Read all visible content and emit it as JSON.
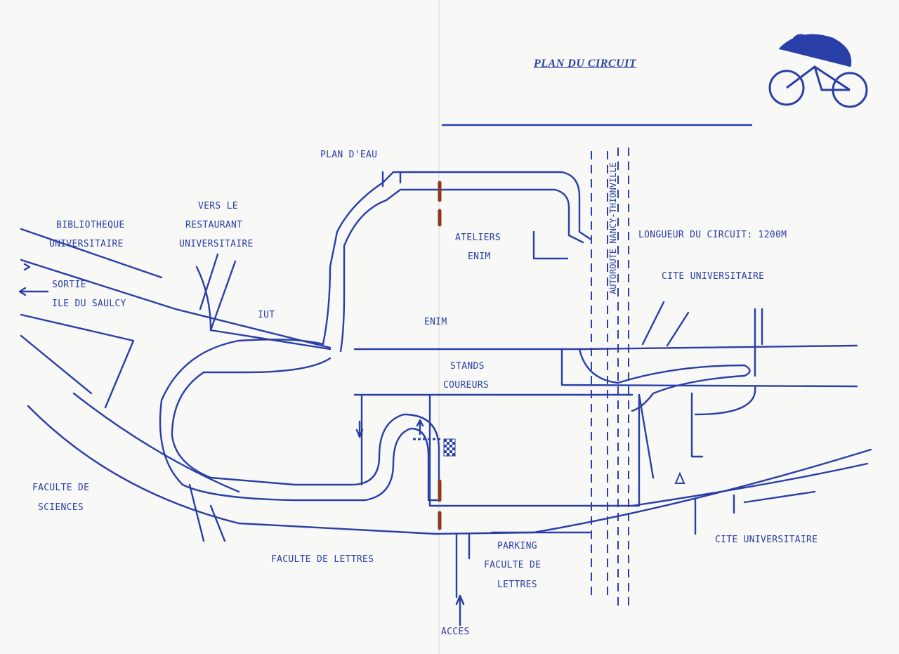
{
  "map": {
    "title": "PLAN DU CIRCUIT",
    "labels": {
      "plan_deau": "PLAN D'EAU",
      "vers_le": "VERS LE",
      "restaurant": "RESTAURANT",
      "universitaire_rest": "UNIVERSITAIRE",
      "bibliotheque": "BIBLIOTHEQUE",
      "universitaire_bib": "UNIVERSITAIRE",
      "sortie": "SORTIE",
      "ile_du_saulcy": "ILE DU SAULCY",
      "iut": "IUT",
      "ateliers": "ATELIERS",
      "enim_ateliers": "ENIM",
      "enim": "ENIM",
      "stands": "STANDS",
      "coureurs": "COUREURS",
      "longueur": "LONGUEUR DU CIRCUIT: 1200M",
      "cite_universitaire_top": "CITE UNIVERSITAIRE",
      "autoroute": "AUTOROUTE NANCY-THIONVILLE",
      "faculte_de": "FACULTE DE",
      "sciences": "SCIENCES",
      "faculte_lettres": "FACULTE DE LETTRES",
      "parking": "PARKING",
      "faculte_de_p": "FACULTE  DE",
      "lettres": "LETTRES",
      "cite_universitaire_bottom": "CITE UNIVERSITAIRE",
      "acces": "ACCES"
    },
    "colors": {
      "ink": "#2a3ea8",
      "paper": "#f8f8f6",
      "rust": "#8b3a1e"
    },
    "icons": [
      "cyclist-logo-icon",
      "checkered-flag-icon",
      "direction-arrow-icon"
    ]
  }
}
